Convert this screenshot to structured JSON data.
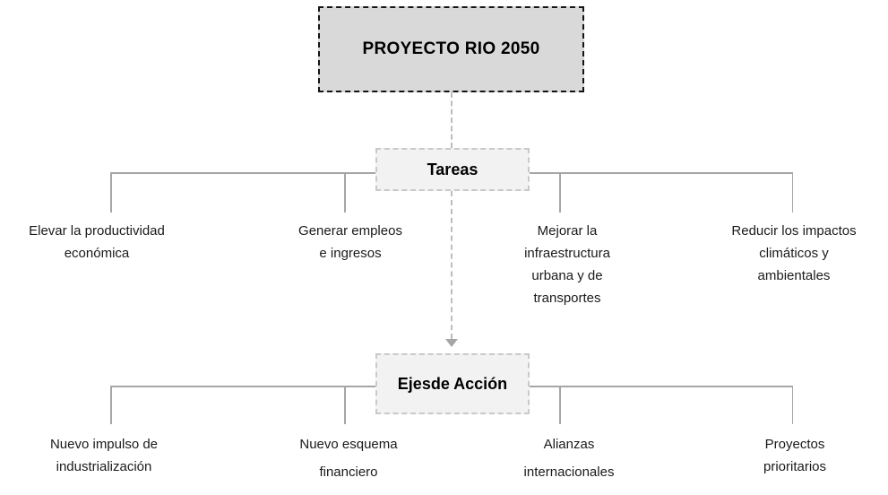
{
  "diagram": {
    "root": {
      "label": "PROYECTO RIO 2050"
    },
    "levels": [
      {
        "title": "Tareas",
        "items": [
          {
            "label": "Elevar la productividad\neconómica"
          },
          {
            "label": "Generar empleos\ne ingresos"
          },
          {
            "label": "Mejorar la\ninfraestructura\nurbana y de\ntransportes"
          },
          {
            "label": "Reducir los impactos\nclimáticos y\nambientales"
          }
        ]
      },
      {
        "title": "Ejesde Acción",
        "items": [
          {
            "label": "Nuevo impulso de\nindustrialización"
          },
          {
            "label": "Nuevo esquema\nfinanciero"
          },
          {
            "label": "Alianzas\ninternacionales"
          },
          {
            "label": "Proyectos\nprioritarios"
          }
        ]
      }
    ],
    "colors": {
      "background": "#ffffff",
      "root_fill": "#d9d9d9",
      "root_border": "#141414",
      "node_fill": "#f2f2f2",
      "node_border": "#c9c9c9",
      "connector": "#a6a6a6",
      "dashed_connector": "#bdbdbd",
      "text": "#1a1a1a"
    }
  }
}
